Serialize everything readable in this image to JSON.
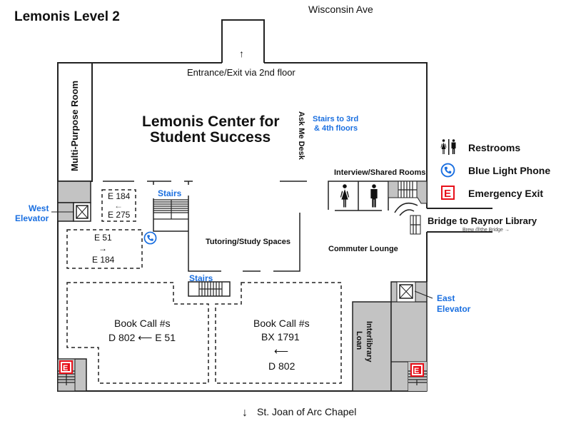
{
  "map": {
    "title": "Lemonis Level 2",
    "streets": {
      "north": "Wisconsin Ave",
      "south_arrow": "↓",
      "south": "St. Joan of Arc Chapel"
    },
    "entrance": {
      "arrow": "↑",
      "label": "Entrance/Exit via 2nd floor"
    },
    "center": {
      "line1": "Lemonis Center for",
      "line2": "Student Success"
    },
    "rooms": {
      "multi_purpose": "Multi-Purpose Room",
      "ask_me_desk": "Ask Me Desk",
      "stairs_upper": {
        "line1": "Stairs to 3rd",
        "line2": "& 4th floors"
      },
      "interview": "Interview/Shared Rooms",
      "tutoring": "Tutoring/Study Spaces",
      "commuter": "Commuter Lounge",
      "interlibrary": {
        "line1": "Interlibrary",
        "line2": "Loan"
      },
      "bridge": "Bridge to Raynor Library",
      "bridge_sub": "Brew @the Bridge  →"
    },
    "stairs_label": "Stairs",
    "elevators": {
      "west": {
        "line1": "West",
        "line2": "Elevator"
      },
      "east": {
        "line1": "East",
        "line2": "Elevator"
      }
    },
    "call_ranges": {
      "small_a": {
        "top": "E 184",
        "arrow": "←",
        "bottom": "E 275"
      },
      "small_b": {
        "top": "E 51",
        "arrow": "→",
        "bottom": "E 184"
      },
      "book_left": {
        "title": "Book Call #s",
        "range": "D 802 ⟵ E 51"
      },
      "book_right": {
        "title": "Book Call #s",
        "top": "BX 1791",
        "arrow": "⟵",
        "bottom": "D 802"
      }
    },
    "emergency_letter": "E"
  },
  "legend": {
    "items": [
      {
        "icon": "restroom-icon",
        "label": "Restrooms"
      },
      {
        "icon": "blue-light-phone-icon",
        "label": "Blue Light Phone"
      },
      {
        "icon": "emergency-exit-icon",
        "label": "Emergency Exit"
      }
    ]
  },
  "colors": {
    "blue": "#1a6fe0",
    "red": "#e8101a",
    "gray_fill": "#c3c3c3",
    "wall": "#222222"
  }
}
